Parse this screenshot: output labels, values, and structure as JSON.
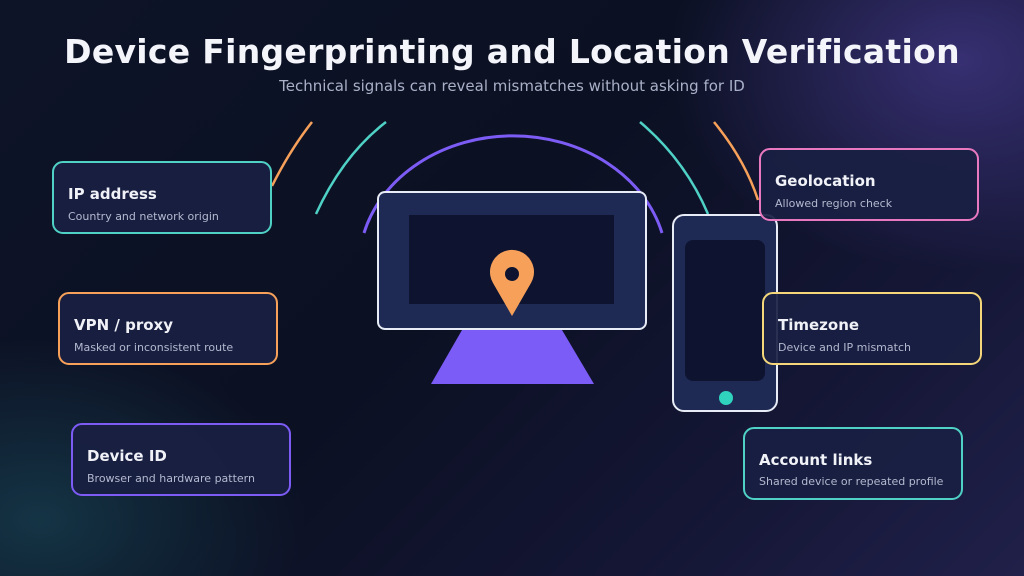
{
  "title": "Device Fingerprinting and Location Verification",
  "subtitle": "Technical signals can reveal mismatches without asking for ID",
  "signals_left": [
    {
      "title": "IP address",
      "desc": "Country and network origin",
      "color": "#4fd1c5"
    },
    {
      "title": "VPN / proxy",
      "desc": "Masked or inconsistent route",
      "color": "#f6a05a"
    },
    {
      "title": "Device ID",
      "desc": "Browser and hardware pattern",
      "color": "#7c5cf5"
    }
  ],
  "signals_right": [
    {
      "title": "Geolocation",
      "desc": "Allowed region check",
      "color": "#e879c0"
    },
    {
      "title": "Timezone",
      "desc": "Device and IP mismatch",
      "color": "#f5d77a"
    },
    {
      "title": "Account links",
      "desc": "Shared device or repeated profile",
      "color": "#4fd1c5"
    }
  ],
  "icons": {
    "monitor": "monitor-icon",
    "phone": "phone-icon",
    "location_pin": "location-pin-icon"
  }
}
